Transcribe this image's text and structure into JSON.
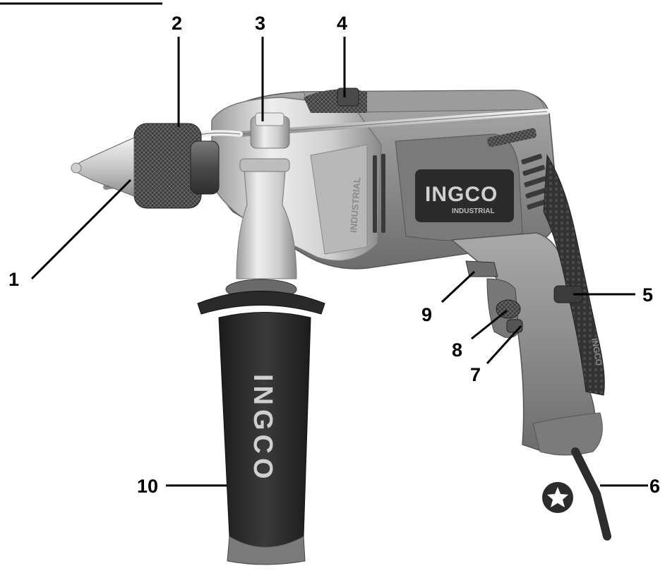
{
  "figure": {
    "brand_logo": "INGCO",
    "brand_subtitle": "INDUSTRIAL",
    "housing_label": "INDUSTRIAL",
    "callouts": [
      "1",
      "2",
      "3",
      "4",
      "5",
      "6",
      "7",
      "8",
      "9",
      "10"
    ],
    "colors": {
      "body_gray": "#8f8f8f",
      "body_dark": "#6b6b6b",
      "metal_light": "#d6d6d6",
      "metal_mid": "#b9b9b9",
      "grip_black": "#2a2a2a",
      "line": "#000000"
    }
  }
}
